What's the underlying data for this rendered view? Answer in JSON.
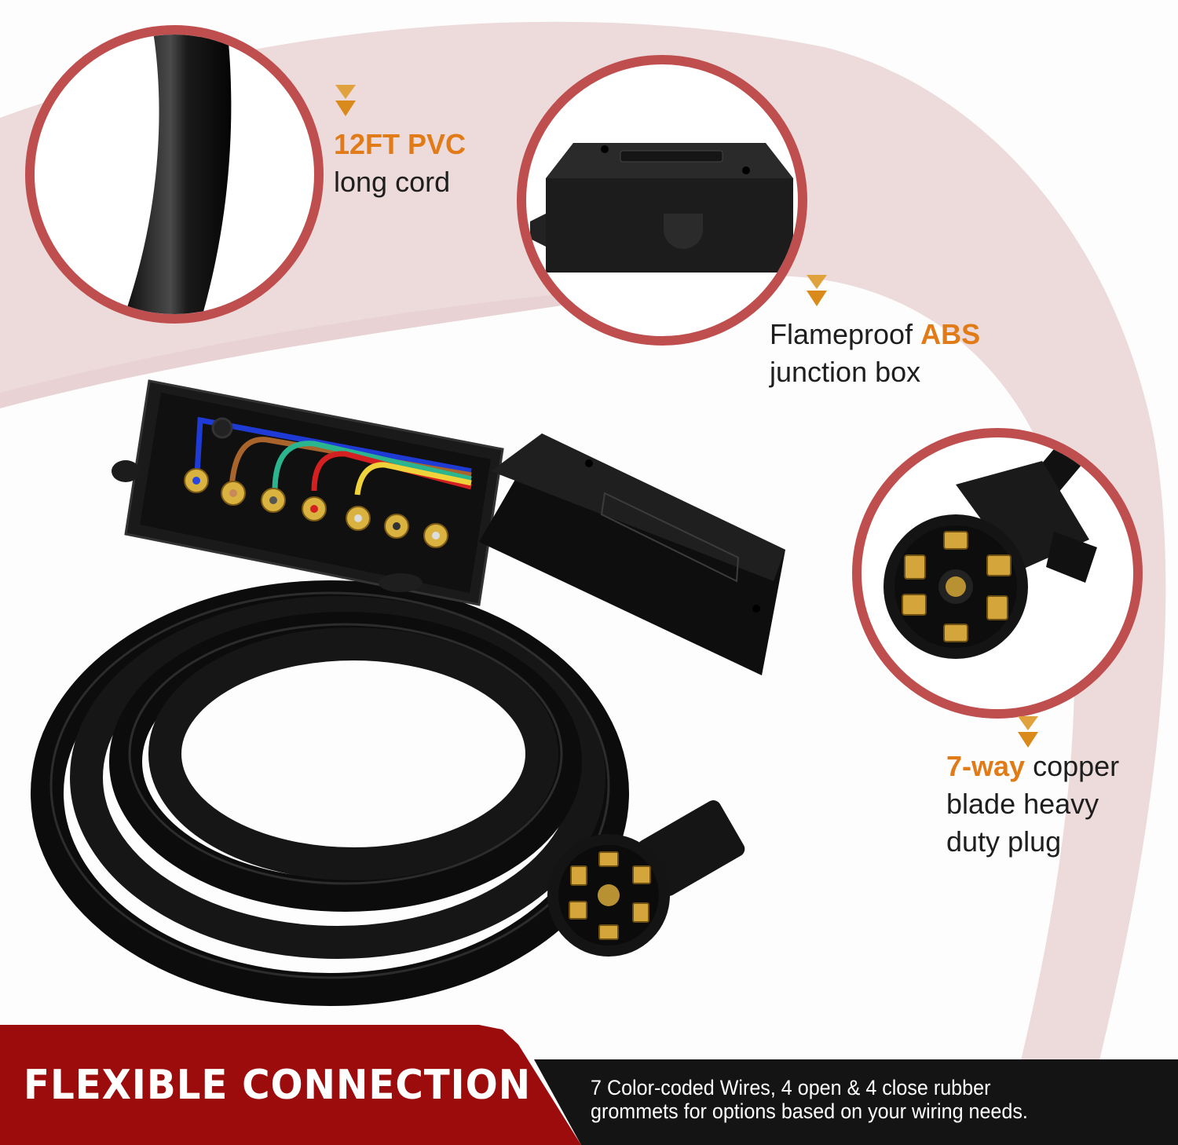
{
  "colors": {
    "callout_ring": "#bf4f4f",
    "accent_orange": "#e07b17",
    "banner_red": "#9c0c0c",
    "banner_dark": "#141414",
    "background_pink": "#eddadb",
    "text_dark": "#1e1e1e"
  },
  "callouts": [
    {
      "id": "cord",
      "icon": "cable-closeup",
      "highlight": "12FT PVC",
      "text_after": "",
      "line2": "long cord",
      "line3": ""
    },
    {
      "id": "junction-box",
      "icon": "junction-box-closeup",
      "highlight": "ABS",
      "text_before": "Flameproof ",
      "line2": "junction box",
      "line3": ""
    },
    {
      "id": "plug",
      "icon": "7-way-plug-closeup",
      "highlight": "7-way",
      "text_after": " copper",
      "line2": "blade heavy",
      "line3": "duty plug"
    }
  ],
  "product": {
    "name": "7-way trailer junction box with cord",
    "wire_colors": [
      "#1f3bd6",
      "#a8642a",
      "#2bb58f",
      "#d42020",
      "#f0d23a",
      "#222222",
      "#eeeeee"
    ],
    "terminal_count": 7
  },
  "banner": {
    "title": "FLEXIBLE CONNECTION",
    "description_line1": "7 Color-coded Wires, 4 open & 4 close rubber",
    "description_line2": "grommets for options based on your wiring needs."
  }
}
